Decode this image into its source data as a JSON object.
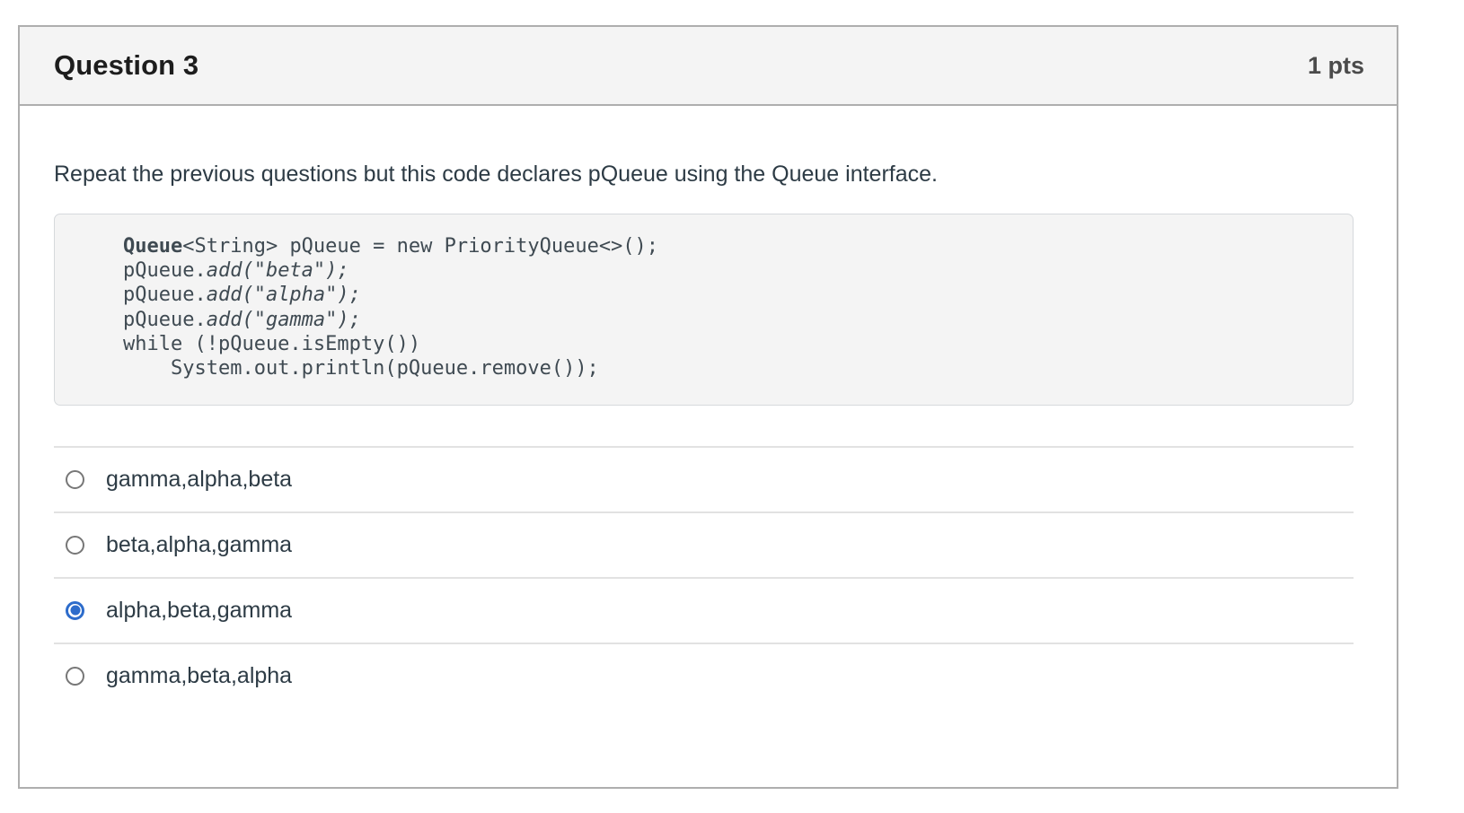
{
  "question": {
    "title": "Question 3",
    "points": "1 pts",
    "prompt": "Repeat the previous questions but this code declares pQueue using the Queue interface.",
    "code": {
      "line1_keyword": "Queue",
      "line1_rest": "<String> pQueue = new PriorityQueue<>();",
      "line2_prefix": "pQueue.",
      "line2_call": "add(\"beta\");",
      "line3_prefix": "pQueue.",
      "line3_call": "add(\"alpha\");",
      "line4_prefix": "pQueue.",
      "line4_call": "add(\"gamma\");",
      "line5": "while (!pQueue.isEmpty())",
      "line6": "    System.out.println(pQueue.remove());"
    },
    "options": [
      {
        "label": "gamma,alpha,beta",
        "selected": false
      },
      {
        "label": "beta,alpha,gamma",
        "selected": false
      },
      {
        "label": "alpha,beta,gamma",
        "selected": true
      },
      {
        "label": "gamma,beta,alpha",
        "selected": false
      }
    ],
    "colors": {
      "accent": "#2d6ccb",
      "header_background": "#f4f4f4",
      "border": "#aeaeae",
      "code_background": "#f4f4f4",
      "code_text": "#3f4a52",
      "body_text": "#2d3b45",
      "divider": "#e2e2e2"
    }
  }
}
